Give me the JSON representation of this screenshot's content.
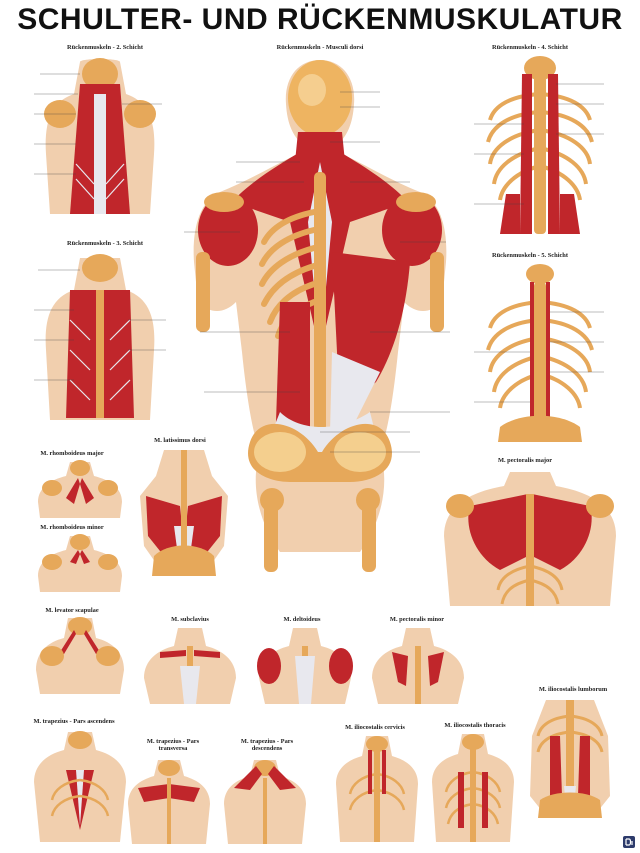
{
  "poster": {
    "title": "SCHULTER- UND RÜCKENMUSKULATUR"
  },
  "panels": [
    {
      "id": "layer2",
      "label": "Rückenmuskeln - 2. Schicht"
    },
    {
      "id": "main",
      "label": "Rückenmuskeln - Musculi dorsi"
    },
    {
      "id": "layer4",
      "label": "Rückenmuskeln - 4. Schicht"
    },
    {
      "id": "layer3",
      "label": "Rückenmuskeln - 3. Schicht"
    },
    {
      "id": "layer5",
      "label": "Rückenmuskeln - 5. Schicht"
    },
    {
      "id": "rhomb-major",
      "label": "M. rhomboideus major"
    },
    {
      "id": "lat-dorsi",
      "label": "M. latissimus dorsi"
    },
    {
      "id": "pect-major",
      "label": "M. pectoralis major"
    },
    {
      "id": "rhomb-minor",
      "label": "M. rhomboideus minor"
    },
    {
      "id": "lev-scap",
      "label": "M. levator scapulae"
    },
    {
      "id": "subclavius",
      "label": "M. subclavius"
    },
    {
      "id": "deltoideus",
      "label": "M. deltoideus"
    },
    {
      "id": "pect-minor",
      "label": "M. pectoralis minor"
    },
    {
      "id": "ilio-lumb",
      "label": "M. iliocostalis lumborum"
    },
    {
      "id": "trap-asc",
      "label": "M. trapezius - Pars ascendens"
    },
    {
      "id": "trap-trans",
      "label": "M. trapezius - Pars transversa"
    },
    {
      "id": "trap-desc",
      "label": "M. trapezius - Pars descendens"
    },
    {
      "id": "spin-cerv",
      "label": "M. iliocostalis cervicis"
    },
    {
      "id": "ilio-thor",
      "label": "M. iliocostalis thoracis"
    }
  ],
  "colors": {
    "muscle": "#c0262b",
    "muscle_dark": "#8e1a1e",
    "skin": "#f1cfae",
    "bone": "#e6a85a",
    "bone_light": "#f4cf8e",
    "tendon": "#e8e8ee"
  },
  "icons": {
    "publisher_logo": "publisher-logo-icon"
  }
}
